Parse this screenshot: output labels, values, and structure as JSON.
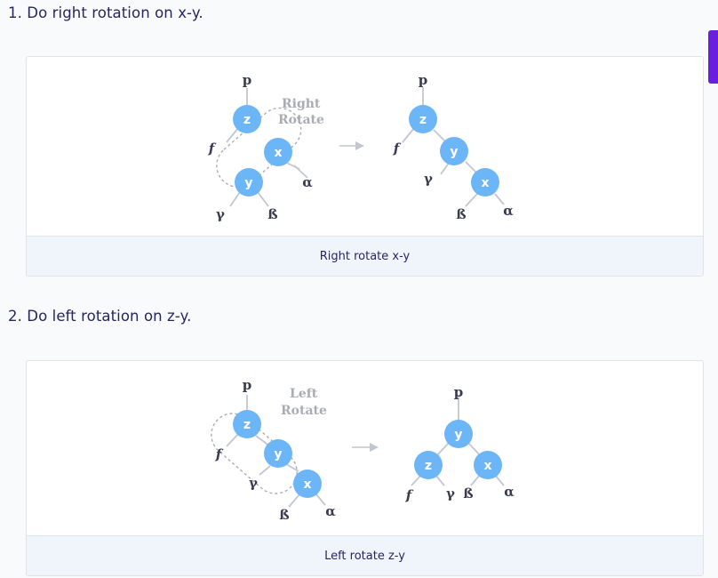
{
  "steps": [
    {
      "heading": "1. Do right rotation on x-y.",
      "caption": "Right rotate x-y",
      "note_line1": "Right",
      "note_line2": "Rotate"
    },
    {
      "heading": "2. Do left rotation on z-y.",
      "caption": "Left rotate z-y",
      "note_line1": "Left",
      "note_line2": "Rotate"
    }
  ],
  "labels": {
    "p": "p",
    "z": "z",
    "x": "x",
    "y": "y",
    "f": "f",
    "gamma": "γ",
    "beta": "ß",
    "alpha": "α"
  },
  "colors": {
    "node": "#6cb6f8",
    "edge": "#c2c6ce",
    "accent": "#6a1fe0"
  }
}
